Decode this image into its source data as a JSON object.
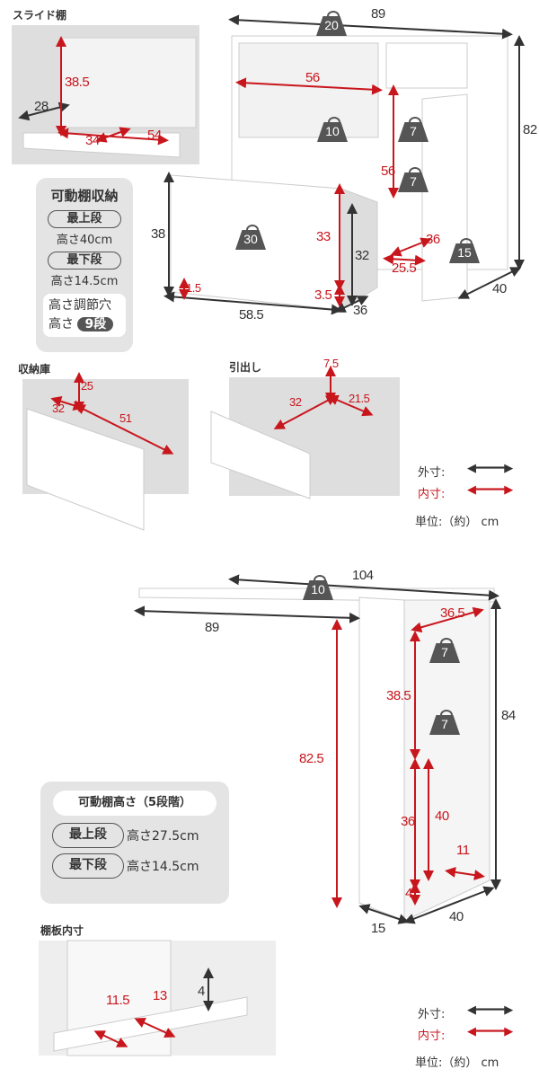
{
  "colors": {
    "outer": "#333333",
    "inner": "#c8161d",
    "panel": "#e4e4e4"
  },
  "slide_shelf": {
    "title": "スライド棚",
    "height": "38.5",
    "depth": "28",
    "inner_depth": "34",
    "inner_width": "54"
  },
  "adjustable_top": {
    "title": "可動棚収納",
    "top_label": "最上段",
    "top_value": "高さ40cm",
    "bottom_label": "最下段",
    "bottom_value": "高さ14.5cm",
    "holes_title": "高さ調節穴",
    "holes_prefix": "高さ",
    "holes_value": "9段"
  },
  "main": {
    "width": "89",
    "weight_top": "20",
    "inner_width": "56",
    "weight_shelf": "10",
    "weight_side1": "7",
    "side_inner": "56",
    "weight_side2": "7",
    "height": "82",
    "drawer_height": "38",
    "weight_drawer": "30",
    "drawer_inner_h": "33",
    "drawer_h2": "32",
    "side_inner_depth": "36",
    "side_inner_w": "25.5",
    "weight_bottom": "15",
    "drawer_bottom": "1.5",
    "drawer_gap": "3.5",
    "drawer_width": "58.5",
    "drawer_depth": "36",
    "depth": "40"
  },
  "storage": {
    "title": "収納庫",
    "h": "25",
    "d": "32",
    "w": "51"
  },
  "drawer": {
    "title": "引出し",
    "h": "7.5",
    "d": "32",
    "w": "21.5"
  },
  "legend1": {
    "outer": "外寸:",
    "inner": "内寸:",
    "unit": "単位:（約） cm"
  },
  "table": {
    "width": "104",
    "weight_top": "10",
    "ext": "89",
    "inner_w": "36.5",
    "weight1": "7",
    "shelf_h": "38.5",
    "weight2": "7",
    "height": "84",
    "table_h": "82.5",
    "inner_h1": "36",
    "inner_h2": "40",
    "inner_d": "11",
    "bottom": "4",
    "leg_w": "15",
    "depth": "40"
  },
  "adjustable_bottom": {
    "title": "可動棚高さ（5段階）",
    "top_label": "最上段",
    "top_value": "高さ27.5cm",
    "bottom_label": "最下段",
    "bottom_value": "高さ14.5cm"
  },
  "shelf_board": {
    "title": "棚板内寸",
    "a": "11.5",
    "b": "13",
    "h": "4"
  },
  "legend2": {
    "outer": "外寸:",
    "inner": "内寸:",
    "unit": "単位:（約） cm"
  }
}
